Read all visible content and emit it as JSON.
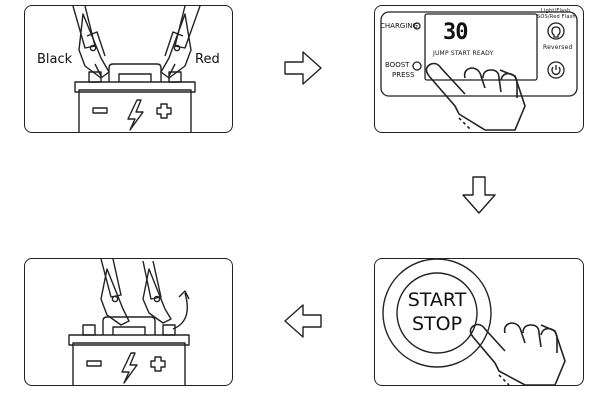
{
  "panel1": {
    "label_black": "Black",
    "label_red": "Red"
  },
  "panel2": {
    "charging_label": "CHARGING",
    "lcd_value": "30",
    "lcd_status": "JUMP START READY",
    "boost_label": "BOOST",
    "press_label": "PRESS",
    "light_label_1": "Light/Flash",
    "light_label_2": "SOS/Red Flash",
    "reversed_label": "Reversed"
  },
  "panel4": {
    "start_label": "START",
    "stop_label": "STOP"
  },
  "colors": {
    "stroke": "#222222",
    "background": "#ffffff"
  }
}
